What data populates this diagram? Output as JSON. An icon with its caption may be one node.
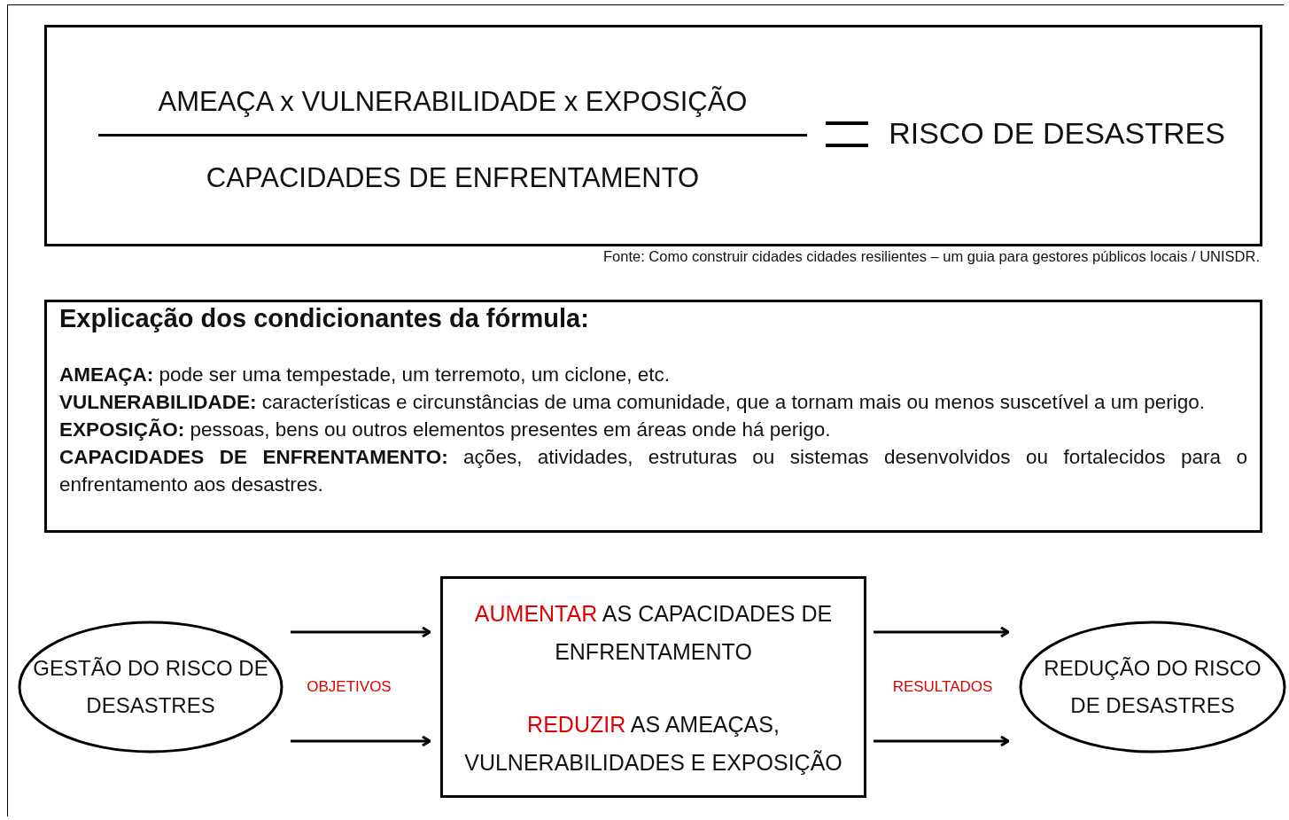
{
  "diagram": {
    "caption": "Fonte: Como construir cidades cidades resilientes – um guia para gestores públicos locais / UNISDR.",
    "nodes": [
      {
        "text": [
          "AMEAÇA x VULNERABILIDADE x EXPOSIÇÃO",
          "CAPACIDADES DE ENFRENTAMENTO",
          "RISCO DE DESASTRES"
        ]
      },
      {
        "text": [
          "Explicação dos condicionantes da fórmula:",
          "**AMEAÇA:** pode ser uma tempestade, um terremoto, um ciclone, etc.",
          "**VULNERABILIDADE:** características e circunstâncias de uma comunidade, que a tornam mais ou menos suscetível a um perigo.",
          "**EXPOSIÇÃO:** pessoas, bens ou outros elementos presentes em áreas onde há perigo.",
          "**CAPACIDADES DE ENFRENTAMENTO:** ações, atividades, estruturas ou sistemas desenvolvidos ou fortalecidos para o enfrentamento aos desastres."
        ]
      },
      {
        "text": [
          "GESTÃO DO RISCO DE DESASTRES"
        ]
      },
      {
        "text": [
          "AUMENTAR AS CAPACIDADES DE ENFRENTAMENTO",
          "REDUZIR AS AMEAÇAS, VULNERABILIDADES E EXPOSIÇÃO"
        ]
      },
      {
        "text": [
          "REDUÇÃO DO RISCO DE DESASTRES"
        ]
      }
    ],
    "edges": [
      {
        "from": 2,
        "to": 3,
        "arrow": "to"
      },
      {
        "from": 2,
        "to": 3,
        "arrow": "to"
      },
      {
        "from": 3,
        "to": 4,
        "arrow": "to"
      },
      {
        "from": 3,
        "to": 4,
        "arrow": "to"
      }
    ],
    "labels": [
      "OBJETIVOS",
      "RESULTADOS"
    ]
  }
}
